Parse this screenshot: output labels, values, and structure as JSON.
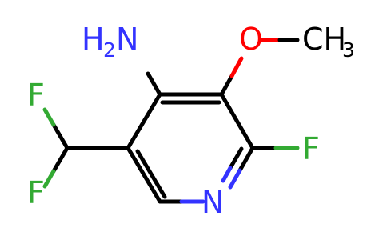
{
  "molecule": {
    "atoms": {
      "amine": "H",
      "amine_sub": "2",
      "amine_n": "N",
      "oxygen": "O",
      "methyl_c": "CH",
      "methyl_sub": "3",
      "fluoro_ring": "F",
      "ring_nitrogen": "N",
      "fluoro_top": "F",
      "fluoro_bottom": "F"
    },
    "colors": {
      "carbon": "#000000",
      "nitrogen": "#3333ff",
      "oxygen": "#ff0000",
      "fluorine": "#33aa33"
    }
  }
}
